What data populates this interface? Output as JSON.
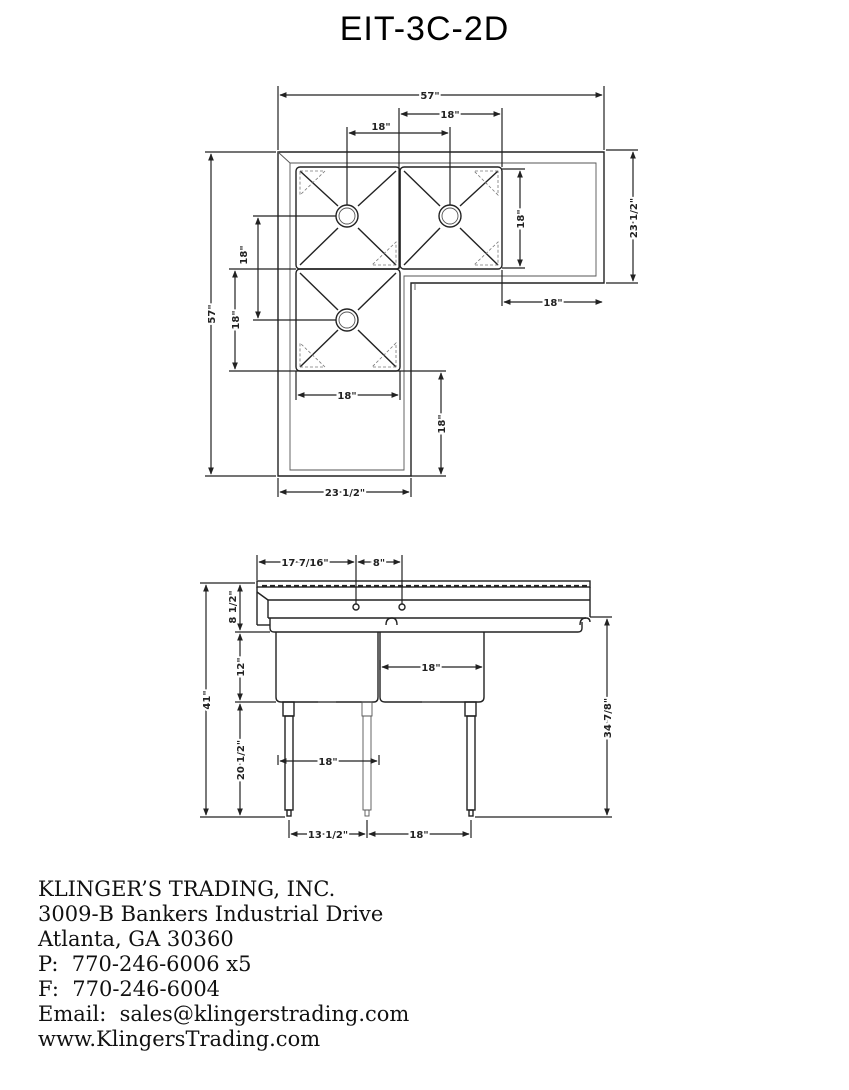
{
  "title": "EIT-3C-2D",
  "plan_view": {
    "overall_width": "57\"",
    "overall_depth": "57\"",
    "bowl_width_top_left": "18\"",
    "bowl_width_top_right": "18\"",
    "bowl_depth_right": "18\"",
    "right_wing_depth": "23 1/2\"",
    "right_drainboard_length": "18\"",
    "left_bowl_spacing": "18\"",
    "left_bowl_depth": "18\"",
    "bottom_bowl_width": "18\"",
    "bottom_drainboard_length": "18\"",
    "bottom_wing_width": "23 1/2\""
  },
  "elevation_view": {
    "drain_offset": "17 7/16\"",
    "drain_spacing": "8\"",
    "splash_height": "8 1/2\"",
    "bowl_depth": "12\"",
    "bowl_width": "18\"",
    "overall_height": "41\"",
    "leg_height": "20 1/2\"",
    "leg_spacing_inner": "18\"",
    "rim_height": "34 7/8\"",
    "leg_offset_left": "13 1/2\"",
    "leg_spacing_right": "18\""
  },
  "company": {
    "name": "KLINGER’S TRADING, INC.",
    "street": "3009-B Bankers Industrial Drive",
    "city": "Atlanta, GA 30360",
    "phone": "P:  770-246-6006 x5",
    "fax": "F:  770-246-6004",
    "email": "Email:  sales@klingerstrading.com",
    "website": "www.KlingersTrading.com"
  }
}
